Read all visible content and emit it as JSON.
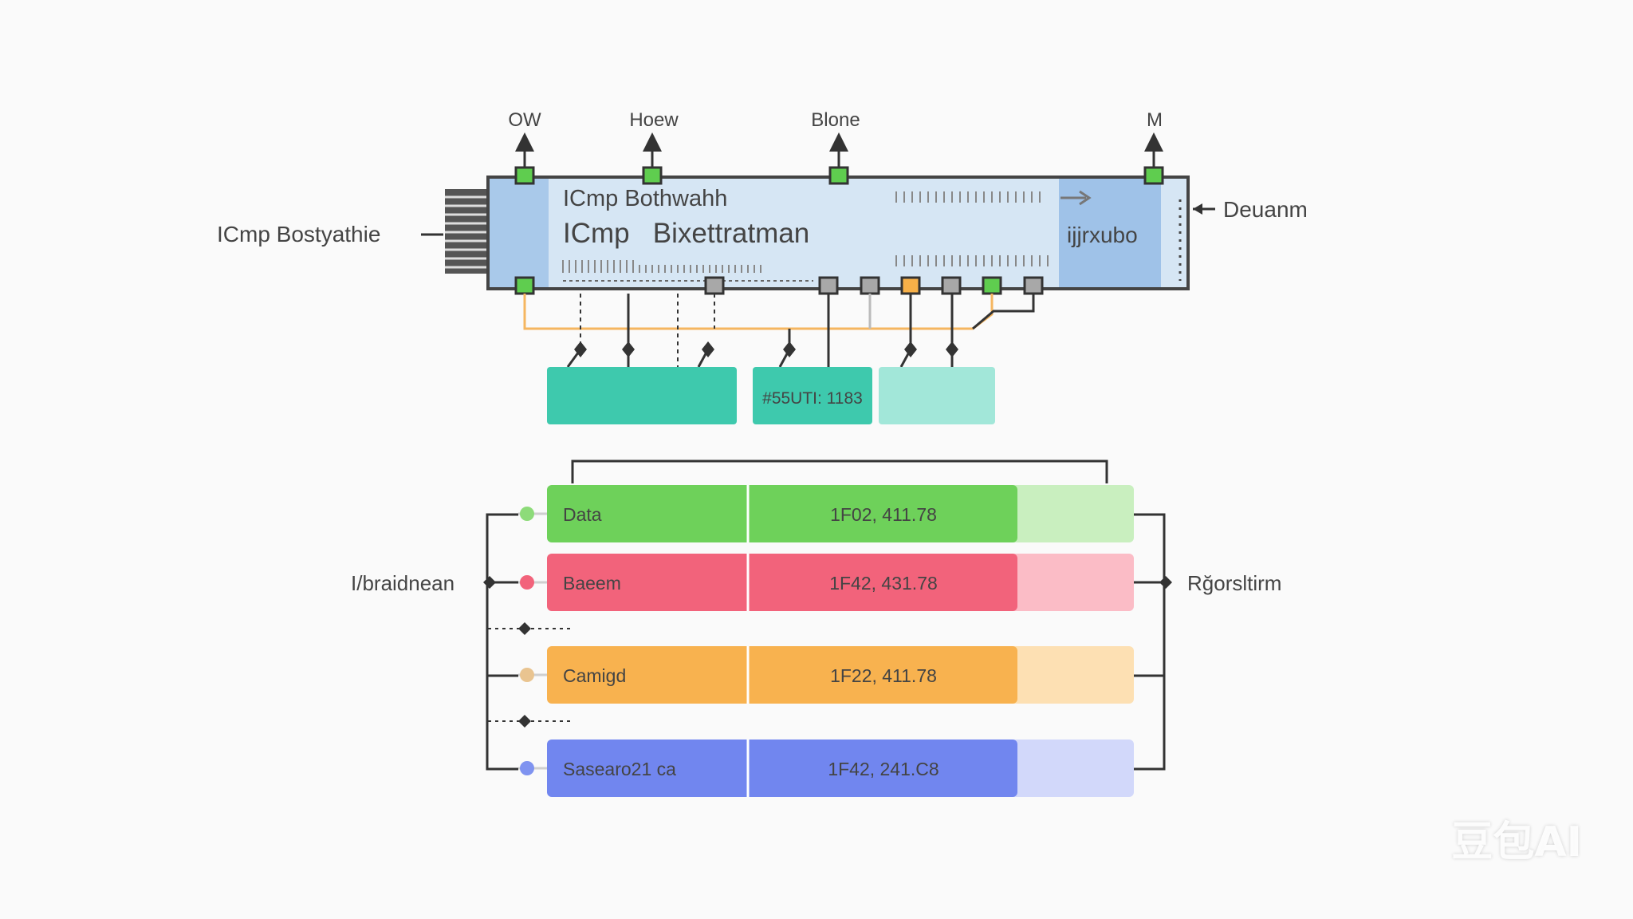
{
  "module": {
    "line1": "ICmp Bothwahh",
    "line2": "ICmp   Bixettratman",
    "inner_label": "ijjrxubo",
    "left_label": "ICmp Bostyathie",
    "right_label": "Deuanm"
  },
  "top_pins": [
    {
      "label": "OW"
    },
    {
      "label": "Hoew"
    },
    {
      "label": "Blone"
    },
    {
      "label": "M"
    }
  ],
  "boxes": [
    {
      "label": "",
      "color": "#3ec9ad"
    },
    {
      "label": "#55UTI: 1183",
      "color": "#3ec9ad"
    },
    {
      "label": "",
      "color": "#a2e7d9"
    }
  ],
  "table": {
    "left_label": "I/braidnean",
    "right_label": "Rğorsltirm",
    "rows": [
      {
        "name": "Data",
        "value": "1F02,  411.78",
        "color_main": "#6ed15a",
        "color_light": "#c9efbf",
        "dot": "#8ddb79"
      },
      {
        "name": "Baeem",
        "value": "1F42,  431.78",
        "color_main": "#f2637b",
        "color_light": "#fbbcc6",
        "dot": "#f2637b"
      },
      {
        "name": "Camigd",
        "value": "1F22,  411.78",
        "color_main": "#f8b24f",
        "color_light": "#fde0b3",
        "dot": "#e9c490"
      },
      {
        "name": "Sasearo21 ca",
        "value": "1F42,  241.C8",
        "color_main": "#7186ef",
        "color_light": "#d2d8fa",
        "dot": "#7f93f0"
      }
    ]
  },
  "watermark": "豆包AI"
}
